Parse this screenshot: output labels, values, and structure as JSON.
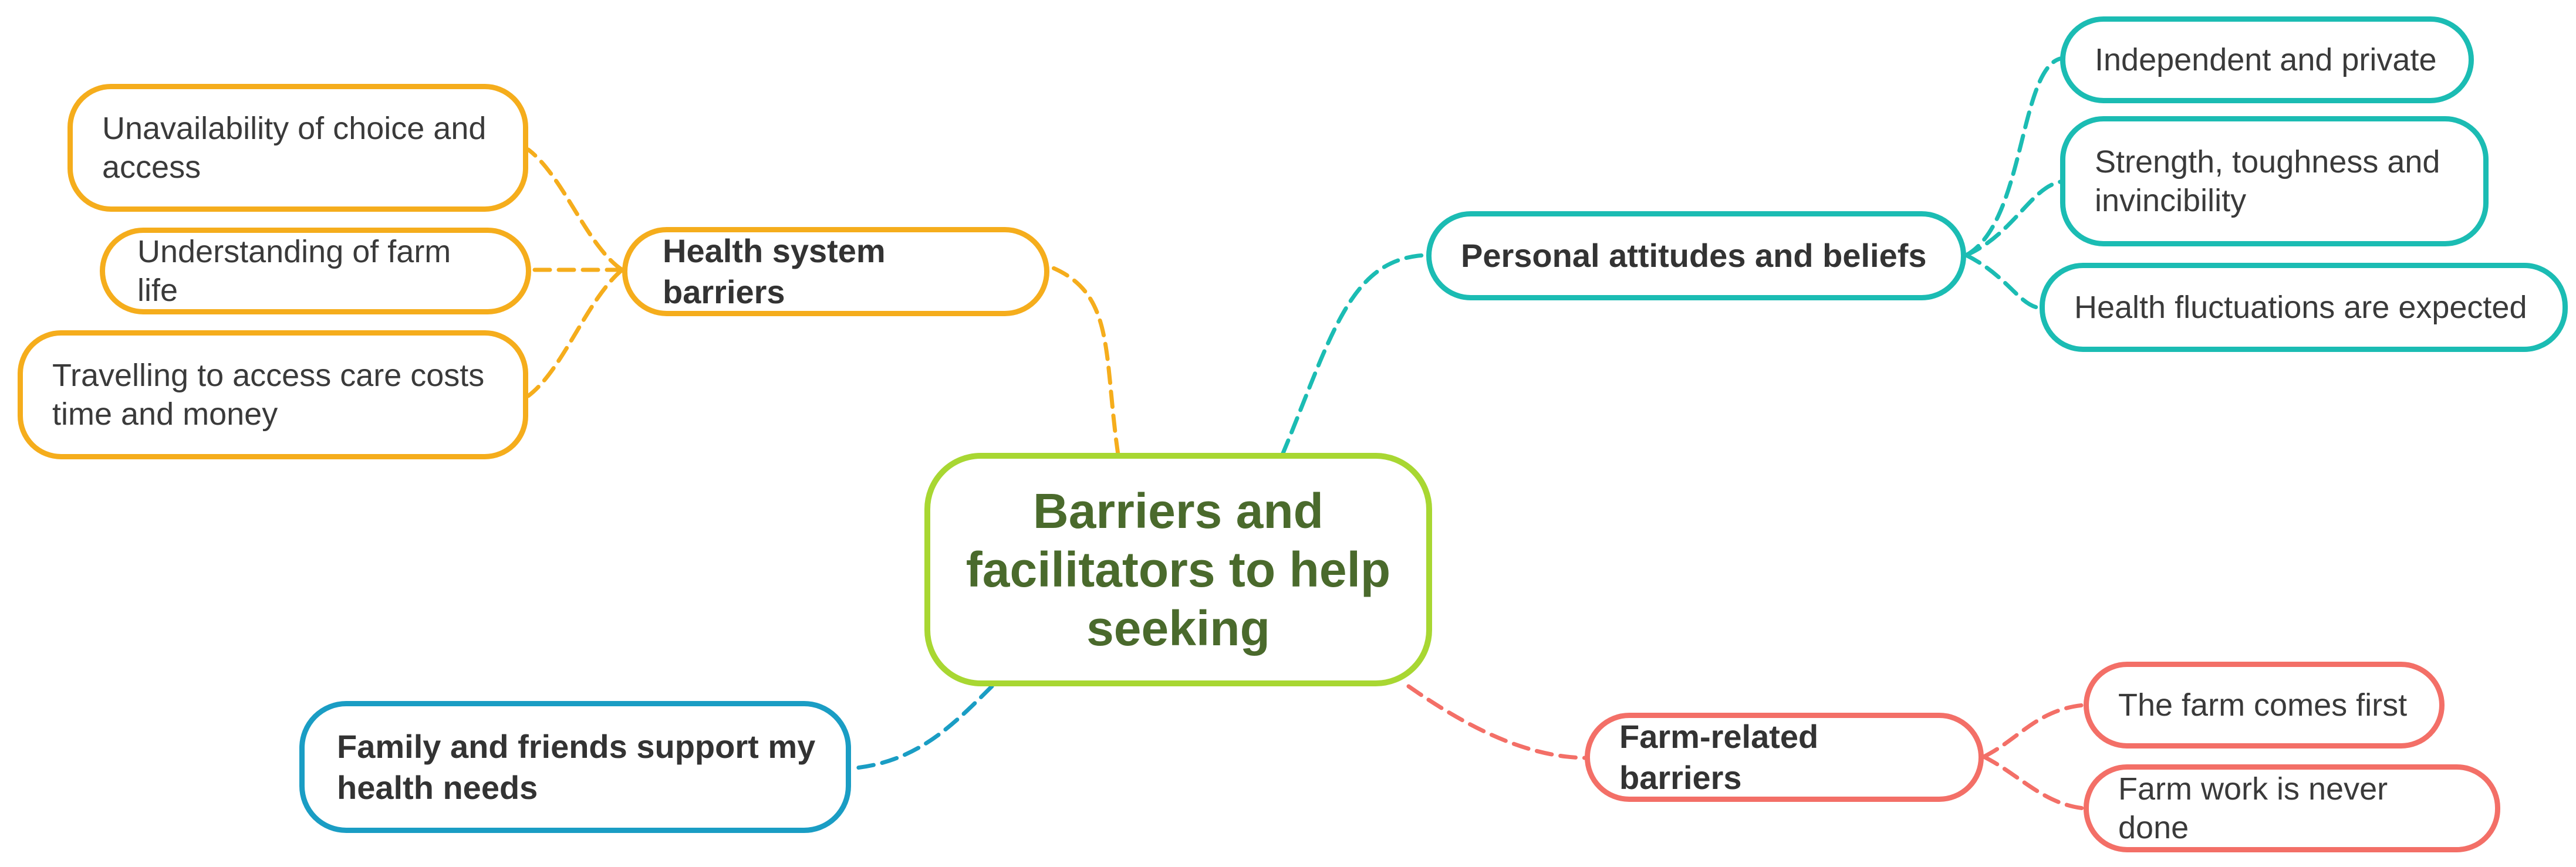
{
  "colors": {
    "center_border": "#a8d732",
    "center_text": "#4a6a2c",
    "health_system": "#f5ad1c",
    "personal": "#1bbcb3",
    "farm": "#f36f67",
    "family": "#1a9dc4"
  },
  "center": {
    "label": "Barriers and facilitators to help seeking"
  },
  "branches": {
    "health_system": {
      "label": "Health system barriers",
      "children": [
        "Unavailability of choice and access",
        "Understanding of farm life",
        "Travelling to access care costs time and money"
      ]
    },
    "personal": {
      "label": "Personal attitudes and beliefs",
      "children": [
        "Independent and private",
        "Strength, toughness and invincibility",
        "Health fluctuations are expected"
      ]
    },
    "farm": {
      "label": "Farm-related barriers",
      "children": [
        "The farm comes first",
        "Farm work is never done"
      ]
    },
    "family": {
      "label": "Family and friends support my health needs"
    }
  }
}
